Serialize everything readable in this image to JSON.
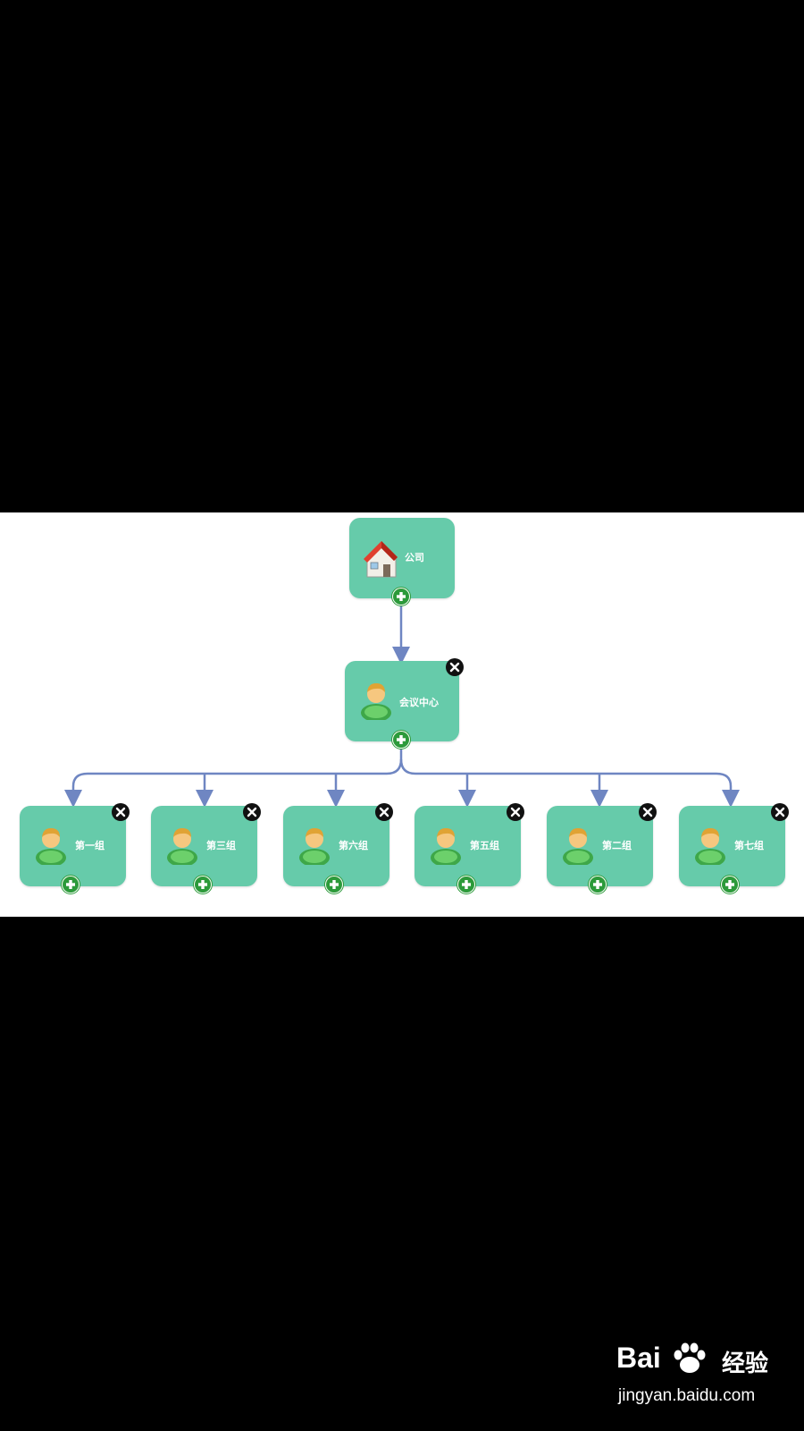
{
  "org_chart": {
    "root": {
      "label": "公司",
      "icon": "house-icon"
    },
    "middle": {
      "label": "会议中心",
      "icon": "user-icon"
    },
    "children": [
      {
        "label": "第一组",
        "icon": "user-icon"
      },
      {
        "label": "第三组",
        "icon": "user-icon"
      },
      {
        "label": "第六组",
        "icon": "user-icon"
      },
      {
        "label": "第五组",
        "icon": "user-icon"
      },
      {
        "label": "第二组",
        "icon": "user-icon"
      },
      {
        "label": "第七组",
        "icon": "user-icon"
      }
    ],
    "colors": {
      "node_fill": "#66cbaa",
      "connector": "#6f86c2",
      "add_button": "#2c9a3a",
      "close_button": "#111111",
      "background": "#ffffff",
      "page_background": "#000000"
    }
  },
  "watermark": {
    "logo_text": "Bai",
    "logo_suffix": "经验",
    "url": "jingyan.baidu.com"
  }
}
